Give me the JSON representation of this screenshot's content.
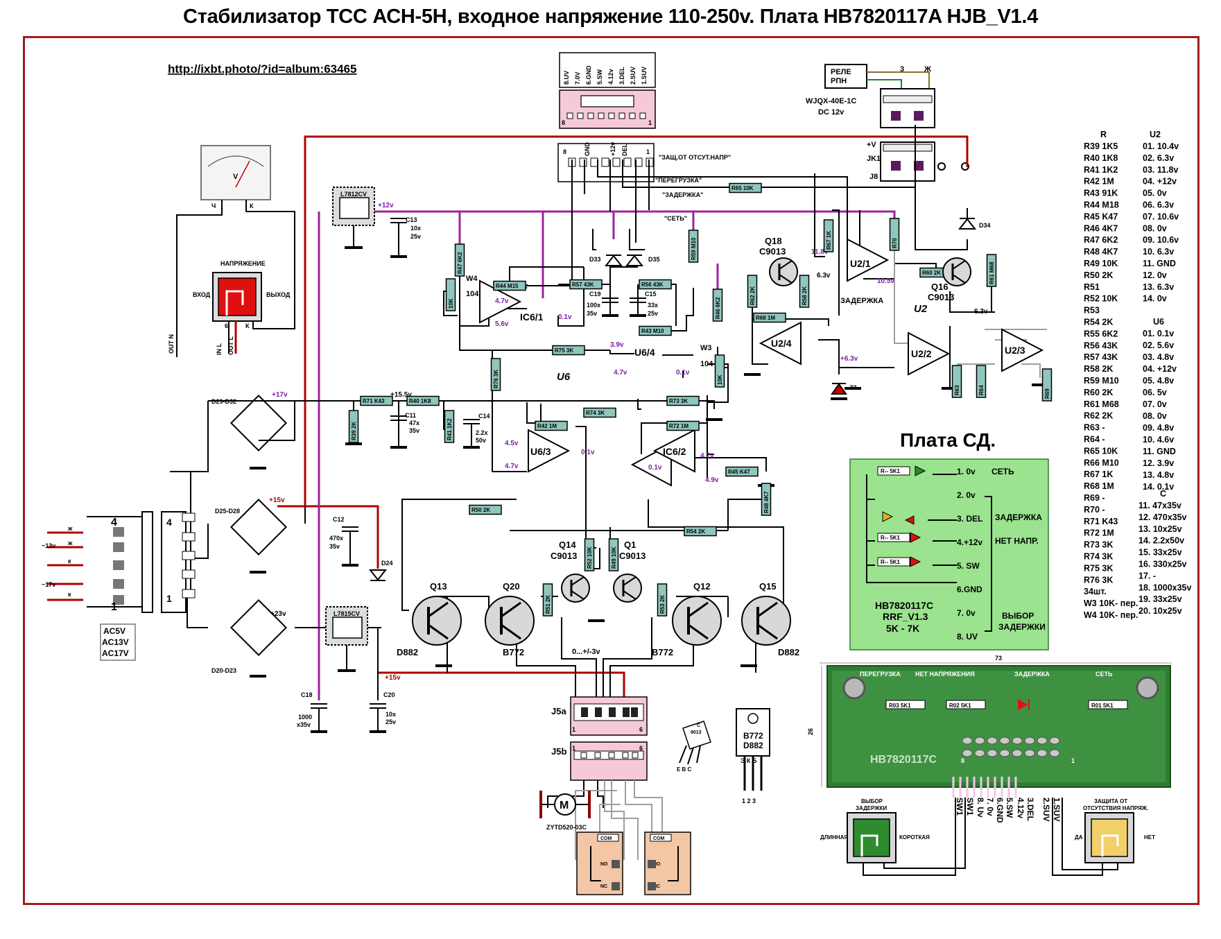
{
  "title": "Стабилизатор ТСС АСН-5Н, входное напряжение 110-250v. Плата HB7820117A  HJB_V1.4",
  "url": "http://ixbt.photo/?id=album:63465",
  "connector_top": {
    "pins": [
      "8.UV",
      "7.0V",
      "6.GND",
      "5.SW",
      "4.12v",
      "3.DEL",
      "2.SUV",
      "1.SUV"
    ],
    "labels": [
      "8",
      "GND",
      "+12v",
      "DEL",
      "1"
    ],
    "num_left": "8",
    "num_right": "1"
  },
  "relay": {
    "name": "РЕЛЕ\nРПН",
    "line1": "РЕЛЕ",
    "line2": "РПН",
    "model": "WJQX-40E-1C",
    "dc": "DC 12v",
    "pin3": "3",
    "zh": "Ж",
    "jk1": "JK1",
    "j8": "J8",
    "plus_v": "+V"
  },
  "meter": {
    "unit": "V",
    "n": "Ч",
    "k": "К"
  },
  "switch_main": {
    "title": "НАПРЯЖЕНИЕ",
    "in": "ВХОД",
    "out": "ВЫХОД",
    "pin6": "6",
    "pin_k": "К"
  },
  "out_labels": {
    "out_n": "OUT N",
    "in_l": "IN L",
    "out_l": "OUT L"
  },
  "net_labels": {
    "zash": "\"ЗАЩ.ОТ ОТСУТ.НАПР\"",
    "peregruzka": "\"ПЕРЕГРУЗКА\"",
    "zaderzhka": "\"ЗАДЕРЖКА\"",
    "set": "\"СЕТЬ\"",
    "zaderzhka2": "ЗАДЕРЖКА",
    "u2": "U2",
    "u6": "U6"
  },
  "voltages": {
    "v12": "+12v",
    "v17": "+17v",
    "v155": "+15.5v",
    "v15a": "+15v",
    "v15b": "+15v",
    "v23": "+23v",
    "ic6_1_in": "4.7v",
    "ic6_1_ref": "5.6v",
    "ic6_1_out": "0.1v",
    "u64_a": "3.9v",
    "u64_b": "4.7v",
    "u64_out": "0.1v",
    "q18": "11.8v",
    "u21_in": "6.3v",
    "u21_out": "10.5v",
    "u2_63": "6.3v",
    "u24": "+6.3v",
    "u63_a": "4.5v",
    "u63_b": "4.7v",
    "u63_out": "0.1v",
    "u62_a": "4.7v",
    "u62_b": "4.9v",
    "u62_out": "0.1v",
    "motor": "0...+/-3v"
  },
  "components": {
    "reg12": "L7812CV",
    "reg15": "L7815CV",
    "c13": "C13",
    "c13v": "10x",
    "c13v2": "25v",
    "c11": "C11",
    "c11v": "47x",
    "c11v2": "35v",
    "c14": "C14",
    "c14v": "2.2x",
    "c14v2": "50v",
    "c12": "C12",
    "c12v": "470x",
    "c12v2": "35v",
    "c19": "C19",
    "c19v": "100x",
    "c19v2": "35v",
    "c15": "C15",
    "c15v": "33x",
    "c15v2": "25v",
    "c18": "C18",
    "c18v": "1000",
    "c18v2": "x35v",
    "c20": "C20",
    "c20v": "10x",
    "c20v2": "25v",
    "d33": "D33",
    "d35": "D35",
    "d34": "D34",
    "d24": "D24",
    "z2": "Z2",
    "d29": "D29-D32",
    "d25": "D25-D28",
    "d20": "D20-D23",
    "w4": "W4",
    "w4v": "104",
    "w3": "W3",
    "w3v": "104",
    "ic61": "IC6/1",
    "ic62": "IC6/2",
    "u63": "U6/3",
    "u64": "U6/4",
    "u21": "U2/1",
    "u22": "U2/2",
    "u23": "U2/3",
    "u24": "U2/4",
    "q18": "Q18",
    "q18t": "C9013",
    "q16": "Q16",
    "q16t": "C9013",
    "q14": "Q14",
    "q14t": "C9013",
    "q1": "Q1",
    "q1t": "C9013",
    "q13": "Q13",
    "q20": "Q20",
    "q12": "Q12",
    "q15": "Q15",
    "d882a": "D882",
    "b772a": "B772",
    "b772b": "B772",
    "d882b": "D882",
    "j5a": "J5a",
    "j5b": "J5b",
    "motor": "ZYTD520-03C",
    "motor_m": "M",
    "sw_com": "COM",
    "sw_no": "NO",
    "sw_nc": "NC",
    "pkg_c": "C",
    "pkg_9013": "9013",
    "pkg_ebc": "E B C",
    "pkg_b772": "B772",
    "pkg_d882": "D882",
    "pkg_zkb": "Э К Б",
    "pkg_123": "1  2  3"
  },
  "resistors": [
    {
      "id": "r65",
      "text": "R65 10K"
    },
    {
      "id": "r67",
      "text": "R67 1K"
    },
    {
      "id": "r59",
      "text": "R59 M10"
    },
    {
      "id": "r47",
      "text": "R47 6K2"
    },
    {
      "id": "r44",
      "text": "R44 M15"
    },
    {
      "id": "r57",
      "text": "R57 43K"
    },
    {
      "id": "r56",
      "text": "R56 43K"
    },
    {
      "id": "r43",
      "text": "R43 M10"
    },
    {
      "id": "r75",
      "text": "R75 3K"
    },
    {
      "id": "r46",
      "text": "R46 6K2"
    },
    {
      "id": "r62",
      "text": "R62 2K"
    },
    {
      "id": "r58",
      "text": "R58 2K"
    },
    {
      "id": "r68",
      "text": "R68 1M"
    },
    {
      "id": "r70",
      "text": "R70"
    },
    {
      "id": "r60",
      "text": "R60 2K"
    },
    {
      "id": "r61",
      "text": "R61 M68"
    },
    {
      "id": "r63",
      "text": "R63"
    },
    {
      "id": "r64",
      "text": "R64"
    },
    {
      "id": "r69",
      "text": "R69"
    },
    {
      "id": "r71",
      "text": "R71 K43"
    },
    {
      "id": "r40",
      "text": "R40 1K8"
    },
    {
      "id": "r39",
      "text": "R39 2K"
    },
    {
      "id": "r41",
      "text": "R41 1K2"
    },
    {
      "id": "r76",
      "text": "R76 3K"
    },
    {
      "id": "r73",
      "text": "R73 3K"
    },
    {
      "id": "r74",
      "text": "R74 3K"
    },
    {
      "id": "r42",
      "text": "R42 1M"
    },
    {
      "id": "r72",
      "text": "R72 1M"
    },
    {
      "id": "r45",
      "text": "R45 K47"
    },
    {
      "id": "r48",
      "text": "R48 4K7"
    },
    {
      "id": "r50",
      "text": "R50 2K"
    },
    {
      "id": "r54",
      "text": "R54 2K"
    },
    {
      "id": "r52",
      "text": "R52 10K"
    },
    {
      "id": "r49",
      "text": "R49 10K"
    },
    {
      "id": "r51",
      "text": "R51 2K"
    },
    {
      "id": "r53",
      "text": "R53 2K"
    },
    {
      "id": "w4pot",
      "text": "10K"
    },
    {
      "id": "w3pot",
      "text": "10K"
    }
  ],
  "transformer": {
    "pins": [
      "4",
      "1"
    ],
    "labels": [
      "ж",
      "~13v",
      "ж",
      "к",
      "~17v",
      "к"
    ],
    "ac": [
      "AC5V",
      "AC13V",
      "AC17V"
    ]
  },
  "r_table": {
    "header": "R",
    "rows": [
      "R39  1K5",
      "R40  1K8",
      "R41  1K2",
      "R42  1M",
      "R43  91K",
      "R44  M18",
      "R45  K47",
      "R46  4K7",
      "R47  6K2",
      "R48  4K7",
      "R49  10K",
      "R50  2K",
      "R51",
      "R52  10K",
      "R53",
      "R54  2K",
      "R55  6K2",
      "R56  43K",
      "R57  43K",
      "R58  2K",
      "R59  M10",
      "R60  2K",
      "R61  M68",
      "R62  2K",
      "R63   -",
      "R64   -",
      "R65  10K",
      "R66  M10",
      "R67  1K",
      "R68  1M",
      "R69   -",
      "R70   -",
      "R71  K43",
      "R72  1M",
      "R73  3K",
      "R74  3K",
      "R75  3K",
      "R76  3K",
      "34шт.",
      "W3  10K- пер.",
      "W4  10K- пер."
    ]
  },
  "u2_table": {
    "header": "U2",
    "rows": [
      "01. 10.4v",
      "02. 6.3v",
      "03. 11.8v",
      "04. +12v",
      "05.  0v",
      "06. 6.3v",
      "07. 10.6v",
      "08.  0v",
      "09. 10.6v",
      "10.  6.3v",
      "11. GND",
      "12.  0v",
      "13. 6.3v",
      "14.  0v"
    ]
  },
  "u6_table": {
    "header": "U6",
    "rows": [
      "01. 0.1v",
      "02. 5.6v",
      "03. 4.8v",
      "04. +12v",
      "05. 4.8v",
      "06.  5v",
      "07.  0v",
      "08.  0v",
      "09. 4.8v",
      "10. 4.6v",
      "11. GND",
      "12. 3.9v",
      "13. 4.8v",
      "14. 0.1v"
    ]
  },
  "c_table": {
    "header": "C",
    "rows": [
      "11.  47x35v",
      "12. 470x35v",
      "13.  10x25v",
      "14. 2.2x50v",
      "15.  33x25v",
      "16. 330x25v",
      "17.   -",
      "18. 1000x35v",
      "19.  33x25v",
      "20.  10x25v"
    ]
  },
  "led_board": {
    "title": "Плата СД.",
    "rows": [
      "1.  0v",
      "2.  0v",
      "3. DEL",
      "4.+12v",
      "5.  SW",
      "6.GND",
      "7.  0v",
      "8.  UV"
    ],
    "labels": [
      "СЕТЬ",
      "ЗАДЕРЖКА",
      "НЕТ НАПР.",
      "ВЫБОР",
      "ЗАДЕРЖКИ"
    ],
    "res": [
      "R-- 5K1",
      "R-- 5K1",
      "R-- 5K1"
    ],
    "pcb": "HB7820117C",
    "ver": "RRF_V1.3",
    "range": "5K - 7K"
  },
  "photo_board": {
    "labels": [
      "ПЕРЕГРУЗКА",
      "НЕТ НАПРЯЖЕНИЯ",
      "ЗАДЕРЖКА",
      "СЕТЬ"
    ],
    "res": [
      "R03 5K1",
      "R02 5K1",
      "R01 5K1"
    ],
    "silk": "HB7820117C",
    "dim_w": "73",
    "dim_h": "26",
    "pin8": "8",
    "pin1": "1"
  },
  "bottom_switches": {
    "left_title1": "ВЫБОР",
    "left_title2": "ЗАДЕРЖКИ",
    "left_a": "ДЛИННАЯ",
    "left_b": "КОРОТКАЯ",
    "right_title1": "ЗАЩИТА ОТ",
    "right_title2": "ОТСУТСТВИЯ НАПРЯЖ.",
    "right_a": "ДА",
    "right_b": "НЕТ",
    "wires": [
      "SW1",
      "SW1",
      "8. Uv",
      "7. 0v",
      "6.GND",
      "5.SW",
      "4.12v",
      "3.DEL",
      "2.SUV",
      "1.SUV"
    ]
  },
  "colors": {
    "frame": "#a01c1c",
    "power": "#b00000",
    "rail12": "#a020a0",
    "led_board": "#9be38f",
    "res_fill": "#8fc6bd",
    "pcb": "#2e7d32"
  }
}
